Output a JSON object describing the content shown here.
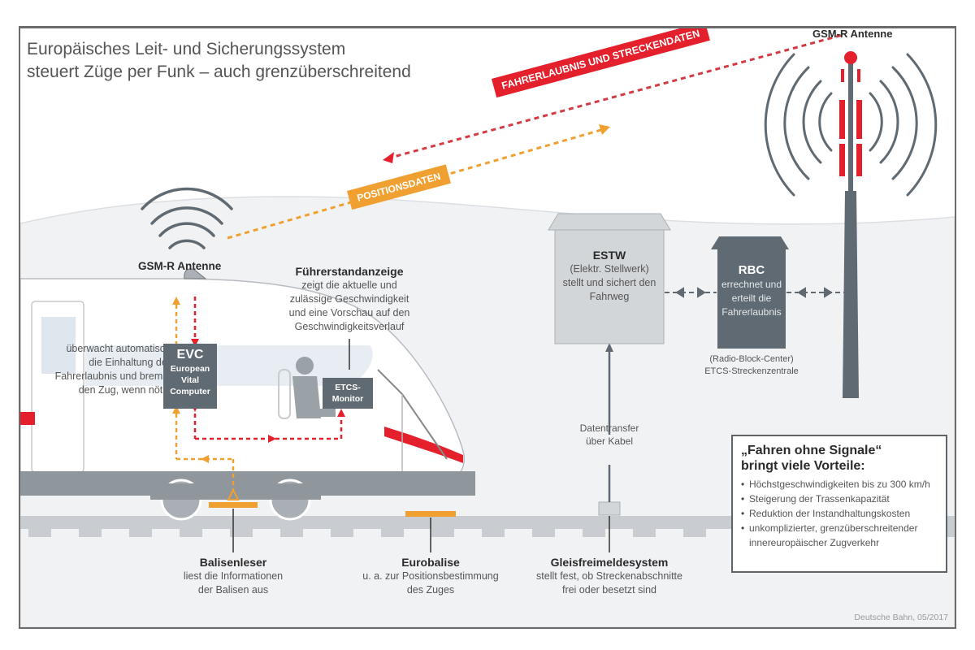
{
  "title": {
    "line1": "Europäisches Leit- und Sicherungssystem",
    "line2": "steuert Züge per Funk – auch grenzüberschreitend"
  },
  "colors": {
    "red": "#e3202b",
    "orange": "#f0a030",
    "dark_gray": "#5f6a72",
    "light_gray": "#d2d6d9",
    "ground": "#f2f3f5"
  },
  "radio_links": {
    "driving_permit": "FAHRERLAUBNIS UND STRECKENDATEN",
    "position_data": "POSITIONSDATEN"
  },
  "tower": {
    "label": "GSM-R Antenne"
  },
  "train_antenna": {
    "label": "GSM-R Antenne"
  },
  "cab_display": {
    "title": "Führerstandanzeige",
    "lines": [
      "zeigt die aktuelle und",
      "zulässige Geschwindigkeit",
      "und eine Vorschau auf den",
      "Geschwindigkeitsverlauf"
    ]
  },
  "evc": {
    "title": "EVC",
    "subtitle_lines": [
      "European",
      "Vital",
      "Computer"
    ],
    "description_lines": [
      "überwacht automatisch",
      "die Einhaltung der",
      "Fahrerlaubnis und bremst",
      "den Zug, wenn nötig"
    ]
  },
  "etcs_monitor": {
    "lines": [
      "ETCS-",
      "Monitor"
    ]
  },
  "estw": {
    "title": "ESTW",
    "lines": [
      "(Elektr. Stellwerk)",
      "stellt und sichert den",
      "Fahrweg"
    ]
  },
  "rbc": {
    "title": "RBC",
    "lines": [
      "errechnet und",
      "erteilt die",
      "Fahrerlaubnis"
    ],
    "caption_lines": [
      "(Radio-Block-Center)",
      "ETCS-Streckenzentrale"
    ]
  },
  "cable": {
    "lines": [
      "Datentransfer",
      "über Kabel"
    ]
  },
  "bottom_labels": [
    {
      "title": "Balisenleser",
      "lines": [
        "liest die Informationen",
        "der Balisen aus"
      ]
    },
    {
      "title": "Eurobalise",
      "lines": [
        "u. a. zur Positionsbestimmung",
        "des Zuges"
      ]
    },
    {
      "title": "Gleisfreimeldesystem",
      "lines": [
        "stellt fest, ob Streckenabschnitte",
        "frei oder besetzt sind"
      ]
    }
  ],
  "benefits": {
    "title_line1": "„Fahren ohne Signale“",
    "title_line2": "bringt viele Vorteile:",
    "items": [
      "Höchstgeschwindigkeiten bis zu 300 km/h",
      "Steigerung der Trassenkapazität",
      "Reduktion der Instandhaltungskosten",
      "unkomplizierter, grenzüberschreitender innereuropäischer Zugverkehr"
    ]
  },
  "credit": "Deutsche Bahn, 05/2017"
}
